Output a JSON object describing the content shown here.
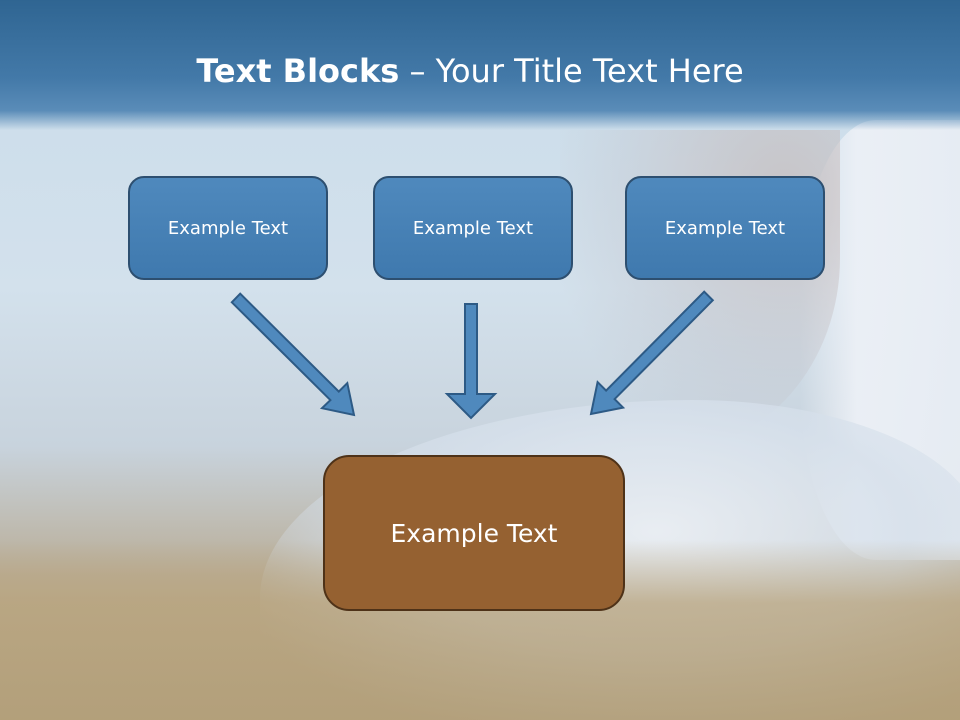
{
  "slide": {
    "title_bold": "Text Blocks",
    "title_rest": " – Your Title Text Here",
    "top_boxes": [
      {
        "label": "Example Text"
      },
      {
        "label": "Example Text"
      },
      {
        "label": "Example Text"
      }
    ],
    "main_box": {
      "label": "Example Text"
    }
  },
  "colors": {
    "header": "#3f77a8",
    "box_fill": "#4a84b9",
    "box_border": "#2d4f70",
    "main_box_fill": "#956131",
    "arrow_fill": "#4f89bd"
  }
}
